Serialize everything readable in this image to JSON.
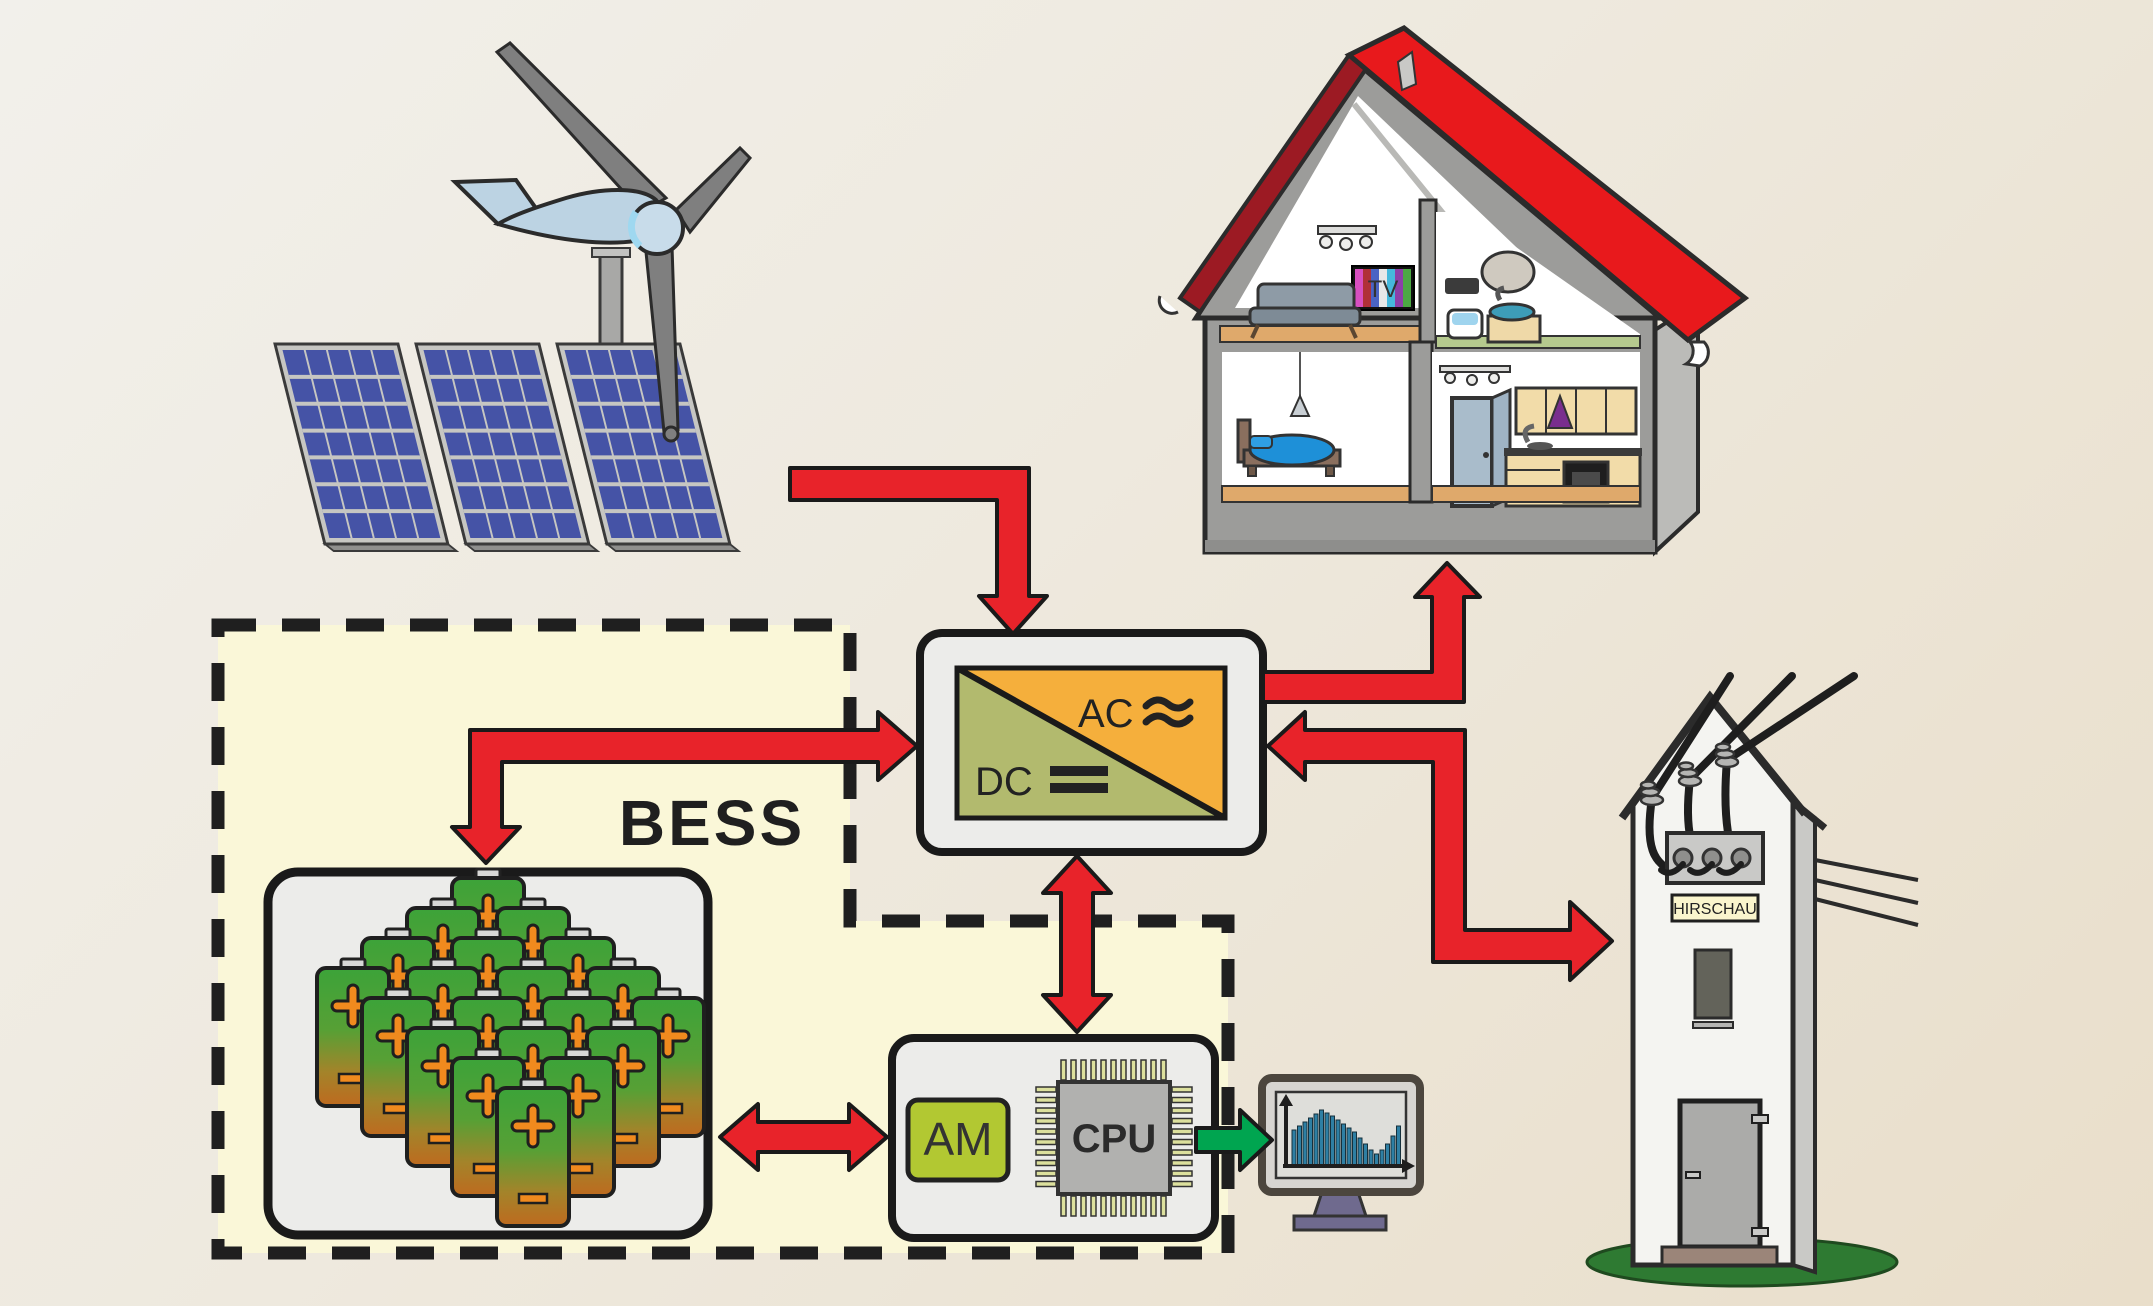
{
  "labels": {
    "bess": "BESS",
    "inverter_ac": "AC",
    "inverter_dc": "DC",
    "controller_am": "AM",
    "controller_cpu": "CPU",
    "house_tv": "TV",
    "station_sign": "HIRSCHAU"
  },
  "colors": {
    "arrow_red": "#E8232A",
    "arrow_green": "#00A550",
    "arrow_outline": "#1A1A1A",
    "bess_region_fill": "#FAF7D8",
    "bess_dash": "#1F1F1F",
    "box_fill": "#ECECEA",
    "box_border": "#1A1A1A",
    "inverter_ac_fill": "#F5AF3C",
    "inverter_dc_fill": "#B2BA6E",
    "am_green": "#B2C832",
    "chip_gray": "#B1B1AF",
    "chip_pin": "#DCE09D",
    "battery_green": "#3CA339",
    "battery_orange": "#BE6A1F",
    "battery_terminal": "#F08A1E",
    "solar_cell": "#4553A6",
    "roof_red": "#E8191C",
    "roof_dark_red": "#9C1A23",
    "wall_gray": "#9C9C9A",
    "floor_tan": "#DFA96B",
    "bath_floor_green": "#B5C98E",
    "monitor_bar": "#2E7FA4",
    "monitor_stand": "#6F6A8E",
    "grass_green": "#2E7A32",
    "station_sign_bg": "#FAF5CD"
  },
  "monitor_chart": {
    "type": "bar",
    "title": "",
    "xlabel": "",
    "ylabel": "",
    "axes": "black up-arrow y-axis and right-arrow x-axis, no tick labels",
    "values": [
      36,
      40,
      44,
      48,
      52,
      56,
      53,
      50,
      46,
      42,
      38,
      34,
      28,
      22,
      16,
      12,
      16,
      22,
      30,
      40
    ]
  },
  "battery_bank": {
    "rows": 4,
    "cols": 5,
    "count": 20
  },
  "solar_array": {
    "panel_count": 3,
    "cell_rows": 7,
    "cell_cols": 5
  },
  "components": [
    {
      "name": "wind-turbine",
      "desc": "three-blade small wind turbine on pole"
    },
    {
      "name": "solar-array",
      "desc": "three tilted photovoltaic panels"
    },
    {
      "name": "house",
      "desc": "cutaway two-story house with red roof, TV, sofa, bathroom, bedroom, kitchen"
    },
    {
      "name": "inverter",
      "desc": "AC/DC converter box"
    },
    {
      "name": "bess-region",
      "desc": "dashed boundary of battery energy storage system"
    },
    {
      "name": "battery-bank",
      "desc": "grid of green/orange battery cells"
    },
    {
      "name": "controller",
      "desc": "AM module and CPU chip"
    },
    {
      "name": "monitor",
      "desc": "screen showing bar chart"
    },
    {
      "name": "transformer-station",
      "desc": "HIRSCHAU grid transformer tower with overhead lines"
    }
  ],
  "arrows": [
    {
      "name": "arrow-solar-to-inverter",
      "color": "red",
      "kind": "one-way"
    },
    {
      "name": "arrow-battery-inverter",
      "color": "red",
      "kind": "two-head elbow"
    },
    {
      "name": "arrow-inverter-to-house",
      "color": "red",
      "kind": "one-way"
    },
    {
      "name": "arrow-inverter-grid",
      "color": "red",
      "kind": "two-way"
    },
    {
      "name": "arrow-inverter-controller",
      "color": "red",
      "kind": "two-way"
    },
    {
      "name": "arrow-battery-controller",
      "color": "red",
      "kind": "two-way"
    },
    {
      "name": "arrow-cpu-to-monitor",
      "color": "green",
      "kind": "one-way"
    }
  ]
}
